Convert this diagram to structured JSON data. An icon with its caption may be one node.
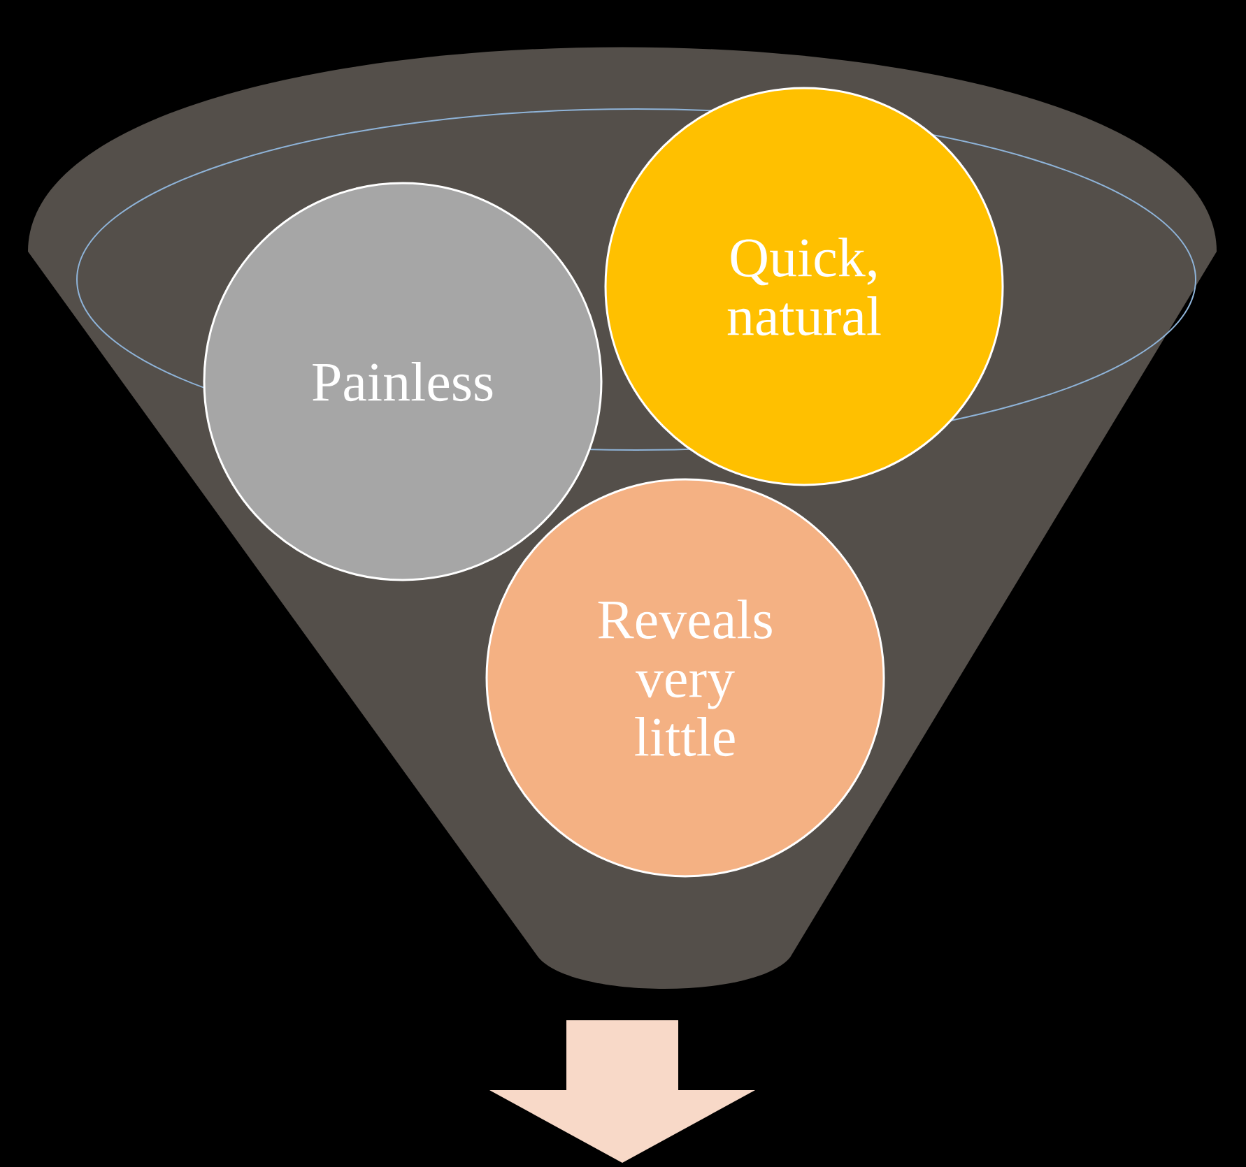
{
  "diagram": {
    "nodes": [
      {
        "text": [],
        "shape": "funnel"
      },
      {
        "text": [
          "Painless"
        ],
        "in": 0
      },
      {
        "text": [
          "Quick, natural"
        ],
        "in": 0
      },
      {
        "text": [
          "Reveals very little"
        ],
        "in": 0
      }
    ]
  }
}
